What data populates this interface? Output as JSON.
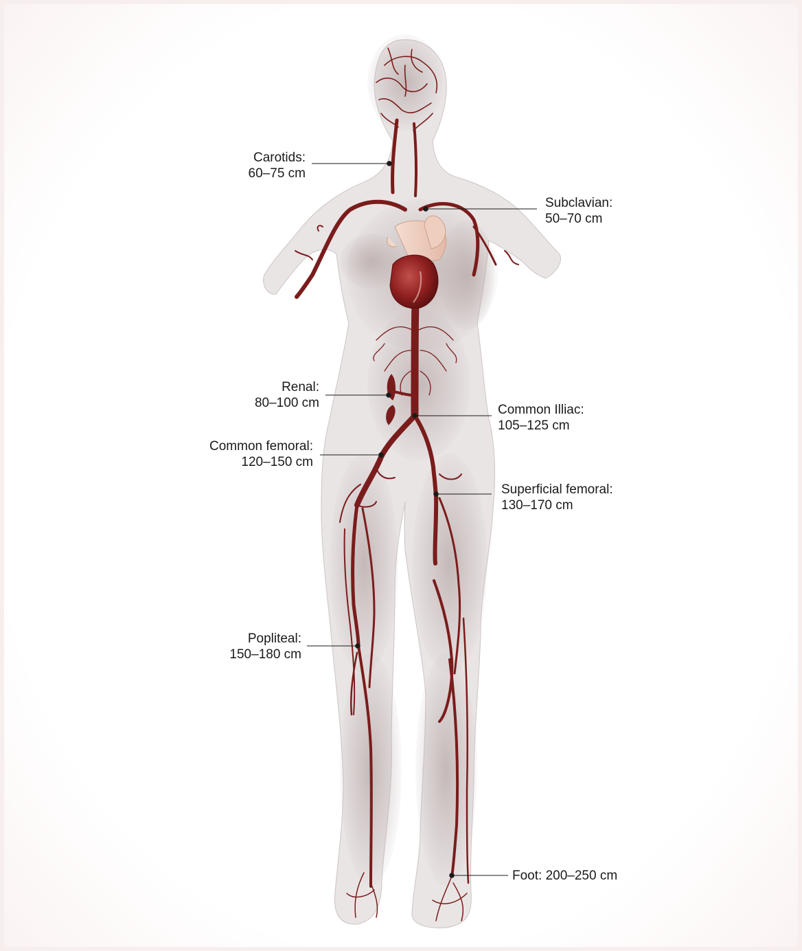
{
  "colors": {
    "artery": "#7a1c1c",
    "heart": "#8e1f1f",
    "body_silhouette": "#ece7e7",
    "leader_line": "#1a1a1a"
  },
  "labels": {
    "carotids": {
      "name": "Carotids:",
      "value": "60–75 cm"
    },
    "subclavian": {
      "name": "Subclavian:",
      "value": "50–70 cm"
    },
    "renal": {
      "name": "Renal:",
      "value": "80–100 cm"
    },
    "common_illiac": {
      "name": "Common Illiac:",
      "value": "105–125 cm"
    },
    "common_femoral": {
      "name": "Common femoral:",
      "value": "120–150 cm"
    },
    "superficial_femoral": {
      "name": "Superficial femoral:",
      "value": "130–170 cm"
    },
    "popliteal": {
      "name": "Popliteal:",
      "value": "150–180 cm"
    },
    "foot": {
      "name": "Foot: 200–250 cm"
    }
  }
}
